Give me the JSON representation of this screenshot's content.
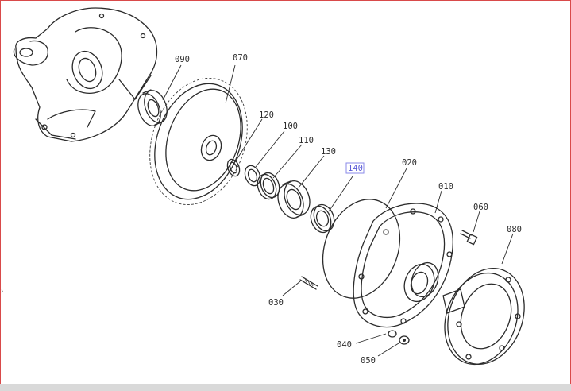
{
  "parts": [
    {
      "id": "p090",
      "label": "090",
      "highlighted": false
    },
    {
      "id": "p070",
      "label": "070",
      "highlighted": false
    },
    {
      "id": "p120",
      "label": "120",
      "highlighted": false
    },
    {
      "id": "p100",
      "label": "100",
      "highlighted": false
    },
    {
      "id": "p110",
      "label": "110",
      "highlighted": false
    },
    {
      "id": "p130",
      "label": "130",
      "highlighted": false
    },
    {
      "id": "p140",
      "label": "140",
      "highlighted": true
    },
    {
      "id": "p020",
      "label": "020",
      "highlighted": false
    },
    {
      "id": "p010",
      "label": "010",
      "highlighted": false
    },
    {
      "id": "p060",
      "label": "060",
      "highlighted": false
    },
    {
      "id": "p080",
      "label": "080",
      "highlighted": false
    },
    {
      "id": "p030",
      "label": "030",
      "highlighted": false
    },
    {
      "id": "p040",
      "label": "040",
      "highlighted": false
    },
    {
      "id": "p050",
      "label": "050",
      "highlighted": false
    }
  ],
  "edge_glyph": "›",
  "colors": {
    "ink": "#2b2b2b",
    "highlight": "#5a5ad6",
    "frame": "#d94a4a"
  }
}
